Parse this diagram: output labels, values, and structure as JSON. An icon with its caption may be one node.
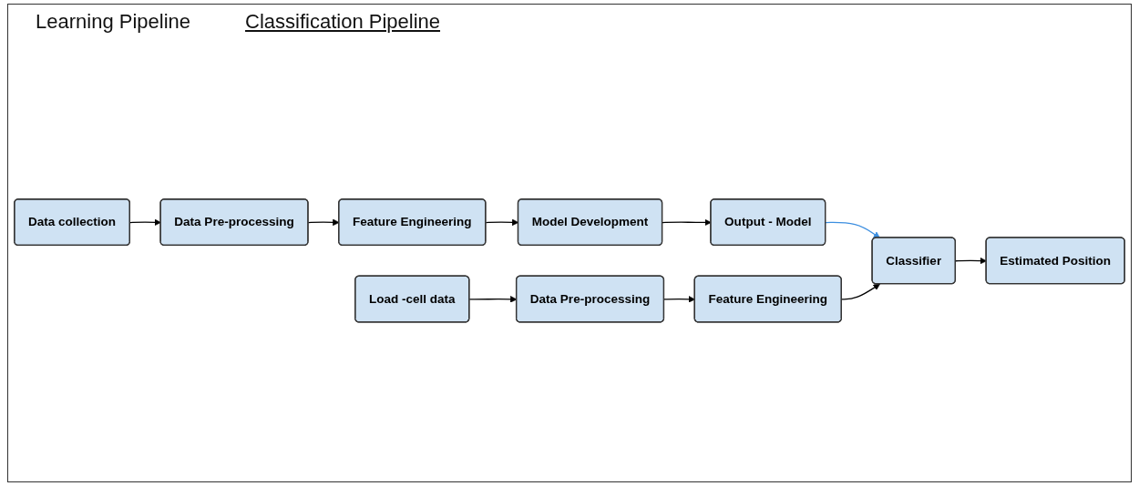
{
  "diagram": {
    "nodes": [
      {
        "text": [
          "Data collection"
        ]
      },
      {
        "text": [
          "Data Pre-processing"
        ]
      },
      {
        "text": [
          "Feature Engineering"
        ]
      },
      {
        "text": [
          "Model Development"
        ]
      },
      {
        "text": [
          "Output - Model"
        ]
      },
      {
        "text": [
          "Load -cell data"
        ]
      },
      {
        "text": [
          "Data Pre-processing"
        ]
      },
      {
        "text": [
          "Feature Engineering"
        ]
      },
      {
        "text": [
          "Classifier"
        ]
      },
      {
        "text": [
          "Estimated Position"
        ]
      }
    ],
    "edges": [
      {
        "from": 0,
        "to": 1,
        "arrow": "to"
      },
      {
        "from": 1,
        "to": 2,
        "arrow": "to"
      },
      {
        "from": 2,
        "to": 3,
        "arrow": "to"
      },
      {
        "from": 3,
        "to": 4,
        "arrow": "to"
      },
      {
        "from": 4,
        "to": 8,
        "arrow": "to",
        "color": "#3d8fe0"
      },
      {
        "from": 5,
        "to": 6,
        "arrow": "to"
      },
      {
        "from": 6,
        "to": 7,
        "arrow": "to"
      },
      {
        "from": 7,
        "to": 8,
        "arrow": "to"
      },
      {
        "from": 8,
        "to": 9,
        "arrow": "to"
      }
    ],
    "labels": [
      "Learning Pipeline",
      "Classification Pipeline"
    ]
  }
}
